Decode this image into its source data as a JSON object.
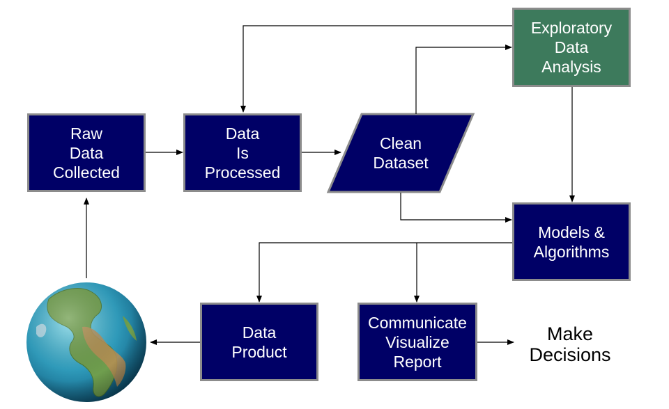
{
  "nodes": {
    "raw": "Raw\nData\nCollected",
    "processed": "Data\nIs\nProcessed",
    "clean": "Clean\nDataset",
    "eda": "Exploratory\nData\nAnalysis",
    "models": "Models &\nAlgorithms",
    "product": "Data\nProduct",
    "communicate": "Communicate\nVisualize\nReport",
    "decisions": "Make\nDecisions"
  },
  "icons": {
    "globe": "globe-icon"
  },
  "colors": {
    "box_fill": "#000066",
    "eda_fill": "#3d7a5c",
    "border": "#8c8c8c",
    "arrow": "#000000"
  }
}
